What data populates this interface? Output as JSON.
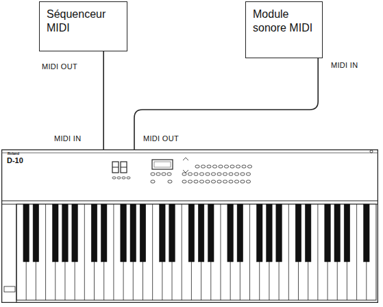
{
  "diagram": {
    "nodes": [
      {
        "text": [
          "Séquenceur MIDI"
        ]
      },
      {
        "text": [
          "Module sonore MIDI"
        ]
      },
      {
        "text": [
          "Roland",
          "D-10"
        ]
      }
    ],
    "edges": [
      {
        "from": 0,
        "to": 2,
        "arrow": "none"
      },
      {
        "from": 2,
        "to": 1,
        "arrow": "none"
      }
    ],
    "labels": [
      "MIDI OUT",
      "MIDI IN",
      "MIDI OUT",
      "MIDI IN"
    ]
  }
}
